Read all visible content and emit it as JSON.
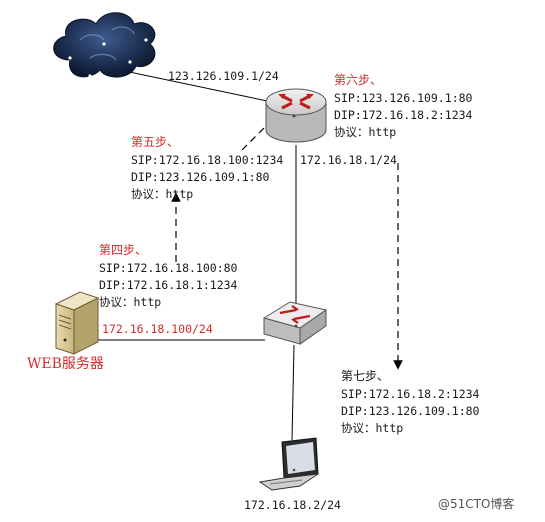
{
  "links": {
    "internet_ip": "123.126.109.1/24",
    "router_lan_ip": "172.16.18.1/24",
    "laptop_ip": "172.16.18.2/24",
    "server_ip": "172.16.18.100/24"
  },
  "server": {
    "label": "WEB服务器"
  },
  "steps": {
    "step4": {
      "title": "第四步、",
      "sip": "SIP:172.16.18.100:80",
      "dip": "DIP:172.16.18.1:1234",
      "proto": "协议：http"
    },
    "step5": {
      "title": "第五步、",
      "sip": "SIP:172.16.18.100:1234",
      "dip": "DIP:123.126.109.1:80",
      "proto": "协议：http"
    },
    "step6": {
      "title": "第六步、",
      "sip": "SIP:123.126.109.1:80",
      "dip": "DIP:172.16.18.2:1234",
      "proto": "协议：http"
    },
    "step7": {
      "title": "第七步、",
      "sip": "SIP:172.16.18.2:1234",
      "dip": "DIP:123.126.109.1:80",
      "proto": "协议：http"
    }
  },
  "watermark": "@51CTO博客",
  "colors": {
    "accent_red": "#d42a2a",
    "line": "#000000",
    "text": "#1a1a1a"
  }
}
